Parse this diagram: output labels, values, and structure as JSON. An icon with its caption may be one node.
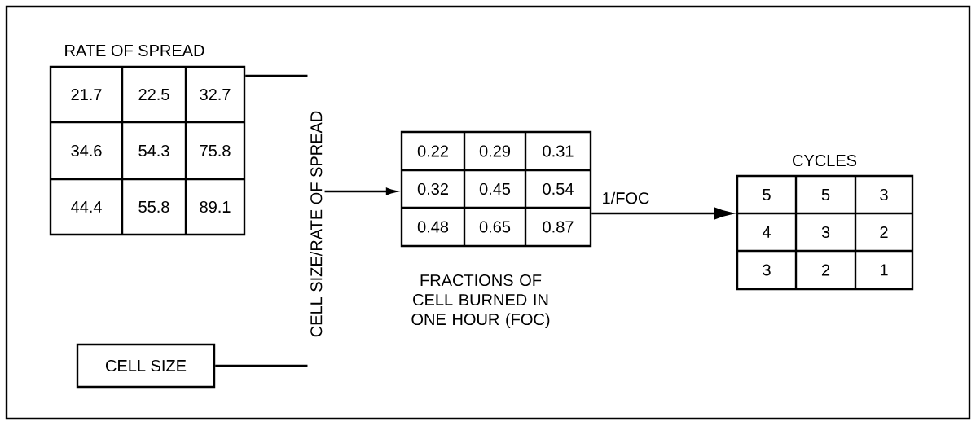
{
  "diagram": {
    "nodes": [
      {
        "text": [
          "RATE OF SPREAD",
          "21.7",
          "22.5",
          "32.7",
          "34.6",
          "54.3",
          "75.8",
          "44.4",
          "55.8",
          "89.1"
        ]
      },
      {
        "text": [
          "CELL SIZE"
        ]
      },
      {
        "text": [
          "CELL SIZE/RATE OF SPREAD"
        ]
      },
      {
        "text": [
          "0.22",
          "0.29",
          "0.31",
          "0.32",
          "0.45",
          "0.54",
          "0.48",
          "0.65",
          "0.87"
        ],
        "beside": [
          "FRACTIONS OF CELL BURNED IN ONE HOUR (FOC)"
        ]
      },
      {
        "text": [
          "CYCLES",
          "5",
          "5",
          "3",
          "4",
          "3",
          "2",
          "3",
          "2",
          "1"
        ]
      }
    ],
    "edges": [
      {
        "from": 0,
        "to": 2,
        "arrow": "none"
      },
      {
        "from": 1,
        "to": 2,
        "arrow": "none"
      },
      {
        "from": 2,
        "to": 3,
        "arrow": "to"
      },
      {
        "from": 3,
        "to": 4,
        "arrow": "to",
        "label": "1/FOC"
      }
    ]
  }
}
